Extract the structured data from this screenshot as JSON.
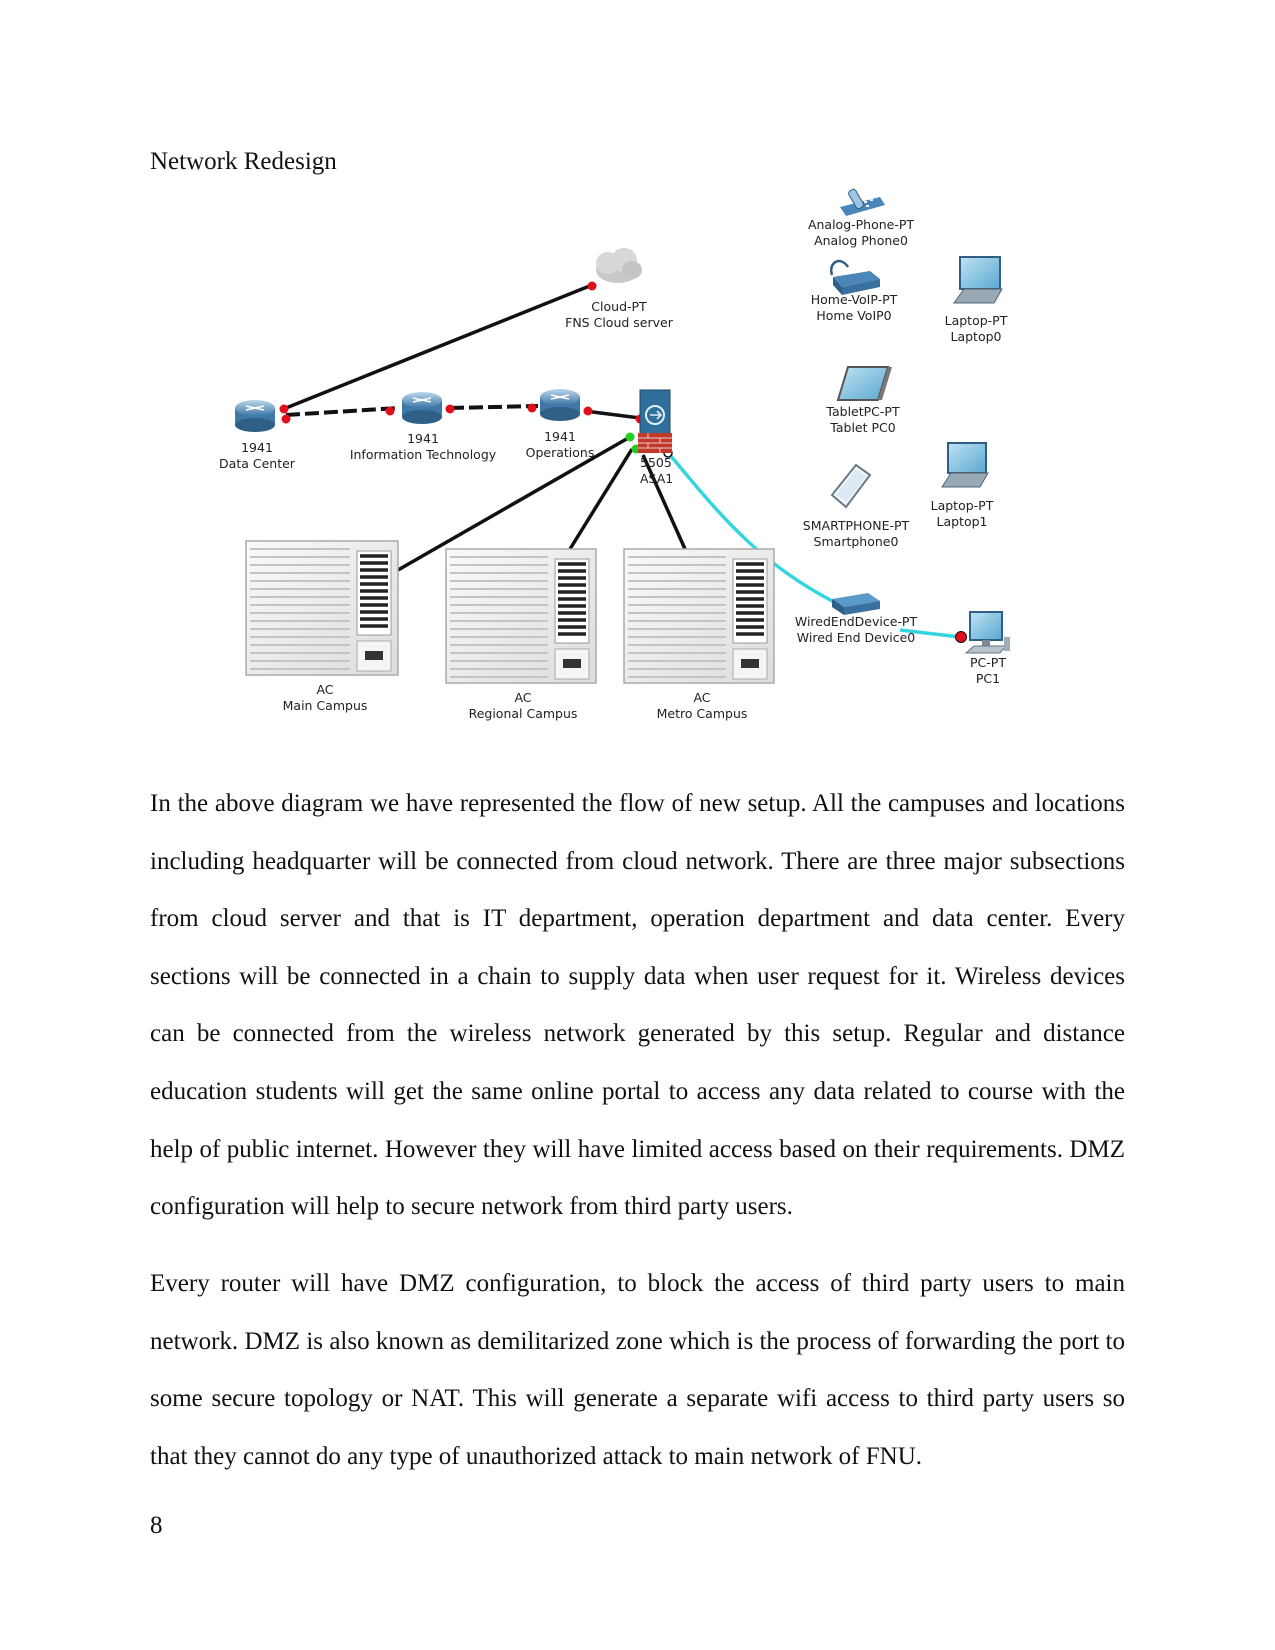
{
  "document": {
    "heading": "Network Redesign",
    "page_number": "8",
    "paragraphs": [
      "In the above diagram we have represented the flow of new setup. All the campuses and locations including headquarter will be connected from cloud network. There are three major subsections from cloud server and that is IT department, operation department and data center. Every sections will be connected in a chain to supply data when user request for it. Wireless devices can be connected from the wireless network generated by this setup. Regular and distance education students will get the same online portal to access any data related to course with the help of public internet. However they will have limited access based on their requirements. DMZ configuration will help to secure network from third party users.",
      "Every router will have DMZ configuration, to block the access of third party users to main network. DMZ is also known as demilitarized zone which is the process of forwarding the port to some secure topology or NAT. This will generate a separate wifi access to third party users so that they cannot do any type of unauthorized attack to main network of FNU."
    ]
  },
  "diagram": {
    "cloud": {
      "type": "Cloud-PT",
      "name": "FNS Cloud server"
    },
    "routers": [
      {
        "model": "1941",
        "name": "Data Center"
      },
      {
        "model": "1941",
        "name": "Information Technology"
      },
      {
        "model": "1941",
        "name": "Operations"
      }
    ],
    "firewall": {
      "model": "5505",
      "name": "ASA1"
    },
    "campuses": [
      {
        "type": "AC",
        "name": "Main Campus"
      },
      {
        "type": "AC",
        "name": "Regional Campus"
      },
      {
        "type": "AC",
        "name": "Metro Campus"
      }
    ],
    "devices": {
      "analog_phone": {
        "type": "Analog-Phone-PT",
        "name": "Analog Phone0"
      },
      "home_voip": {
        "type": "Home-VoIP-PT",
        "name": "Home VoIP0"
      },
      "laptop0": {
        "type": "Laptop-PT",
        "name": "Laptop0"
      },
      "tablet": {
        "type": "TabletPC-PT",
        "name": "Tablet PC0"
      },
      "laptop1": {
        "type": "Laptop-PT",
        "name": "Laptop1"
      },
      "smartphone": {
        "type": "SMARTPHONE-PT",
        "name": "Smartphone0"
      },
      "wired_end": {
        "type": "WiredEndDevice-PT",
        "name": "Wired End Device0"
      },
      "pc": {
        "type": "PC-PT",
        "name": "PC1"
      }
    },
    "colors": {
      "link": "#111111",
      "wireless_link": "#33d6e0",
      "router_blue": "#4a86b8",
      "port_down": "#e0101a",
      "port_up": "#22cc22",
      "firewall_brick": "#c0392b"
    }
  }
}
